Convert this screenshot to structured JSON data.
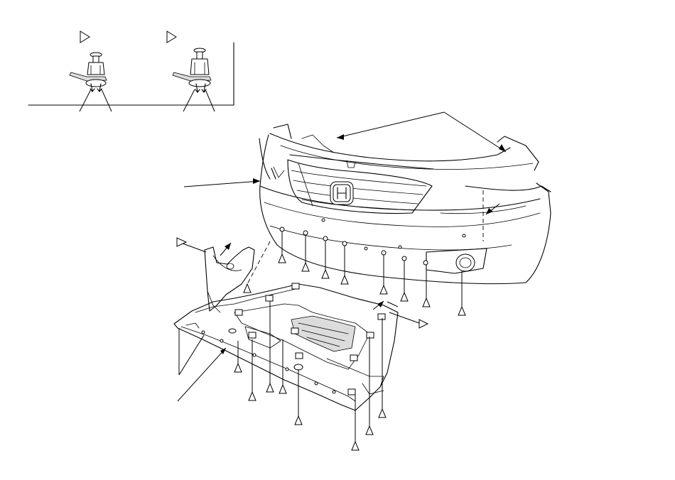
{
  "figure": {
    "panels": [
      "inset-clip-detail",
      "front-bumper-assembly",
      "undercover-assembly"
    ]
  }
}
